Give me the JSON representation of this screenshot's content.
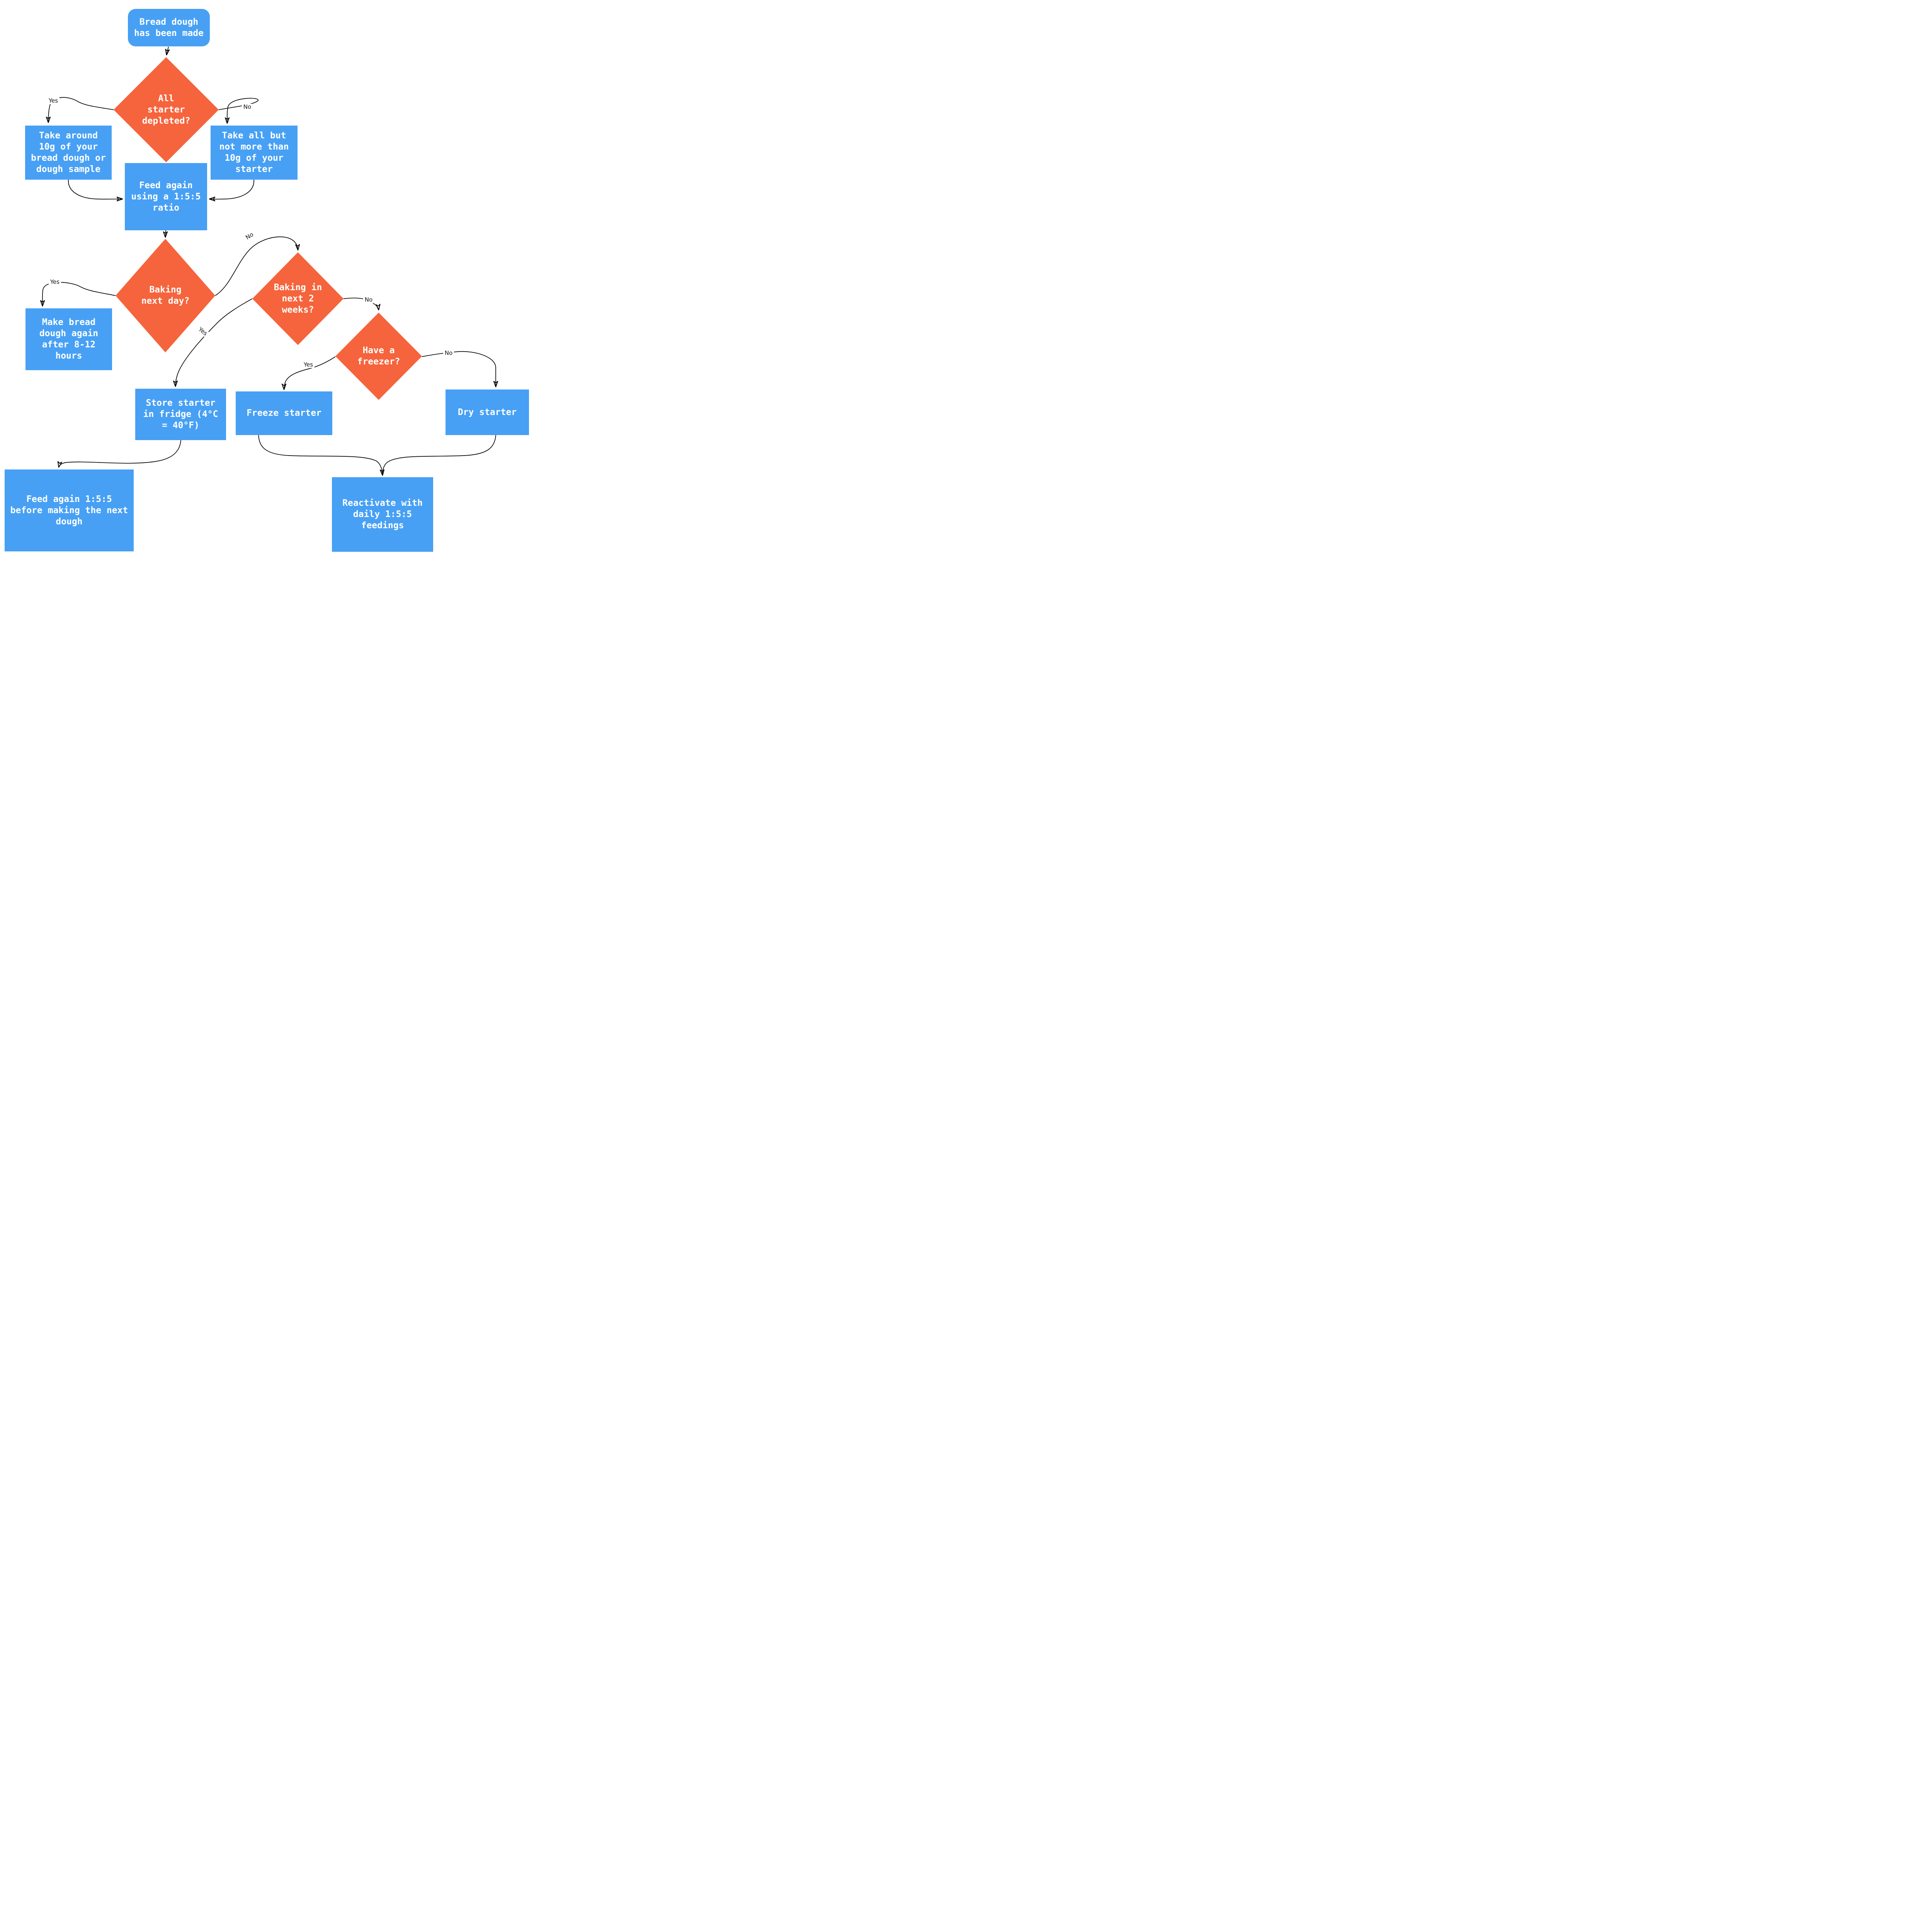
{
  "diagram": {
    "type": "flowchart",
    "topic": "Sourdough starter handling after making bread dough"
  },
  "colors": {
    "process_blue": "#47A0F4",
    "decision_orange": "#F5643C",
    "node_text": "#FFFFFF",
    "edge_line": "#000000"
  },
  "nodes": {
    "start": {
      "shape": "rounded",
      "label": "Bread dough\nhas been made"
    },
    "all_depleted": {
      "shape": "diamond",
      "label": "All\nstarter\ndepleted?"
    },
    "take_10g": {
      "shape": "rect",
      "label": "Take around\n10g of your\nbread dough or\ndough sample"
    },
    "take_all": {
      "shape": "rect",
      "label": "Take all but\nnot more than\n10g of your\nstarter"
    },
    "feed_155": {
      "shape": "rect",
      "label": "Feed again\nusing a 1:5:5\nratio"
    },
    "baking_next_day": {
      "shape": "diamond",
      "label": "Baking\nnext day?"
    },
    "make_dough": {
      "shape": "rect",
      "label": "Make bread\ndough again\nafter 8-12\nhours"
    },
    "baking_2_weeks": {
      "shape": "diamond",
      "label": "Baking in\nnext 2\nweeks?"
    },
    "have_freezer": {
      "shape": "diamond",
      "label": "Have a\nfreezer?"
    },
    "store_fridge": {
      "shape": "rect",
      "label": "Store starter\nin fridge (4°C\n= 40°F)"
    },
    "freeze_starter": {
      "shape": "rect",
      "label": "Freeze starter"
    },
    "dry_starter": {
      "shape": "rect",
      "label": "Dry starter"
    },
    "feed_before": {
      "shape": "rect",
      "label": "Feed again 1:5:5\nbefore making the next\ndough"
    },
    "reactivate": {
      "shape": "rect",
      "label": "Reactivate with\ndaily 1:5:5\nfeedings"
    }
  },
  "edge_labels": {
    "depleted_yes": "Yes",
    "depleted_no": "No",
    "next_day_yes": "Yes",
    "next_day_no": "No",
    "two_weeks_yes": "Yes",
    "two_weeks_no": "No",
    "freezer_yes": "Yes",
    "freezer_no": "No"
  }
}
